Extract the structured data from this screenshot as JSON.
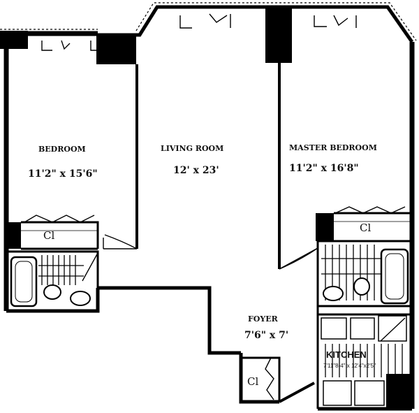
{
  "rooms": {
    "bedroom": {
      "name": "BEDROOM",
      "size": "11'2\" x 15'6\""
    },
    "living_room": {
      "name": "LIVING ROOM",
      "size": "12' x 23'"
    },
    "master_bedroom": {
      "name": "MASTER BEDROOM",
      "size": "11'2\" x 16'8\""
    },
    "foyer": {
      "name": "FOYER",
      "size": "7'6\" x 7'"
    },
    "kitchen": {
      "name": "KITCHEN",
      "size": "7'11\"8-4\" x 12'4\"x2'5\""
    }
  },
  "closets": {
    "bedroom_closet": "Cl",
    "master_closet": "Cl",
    "foyer_closet": "Cl"
  }
}
